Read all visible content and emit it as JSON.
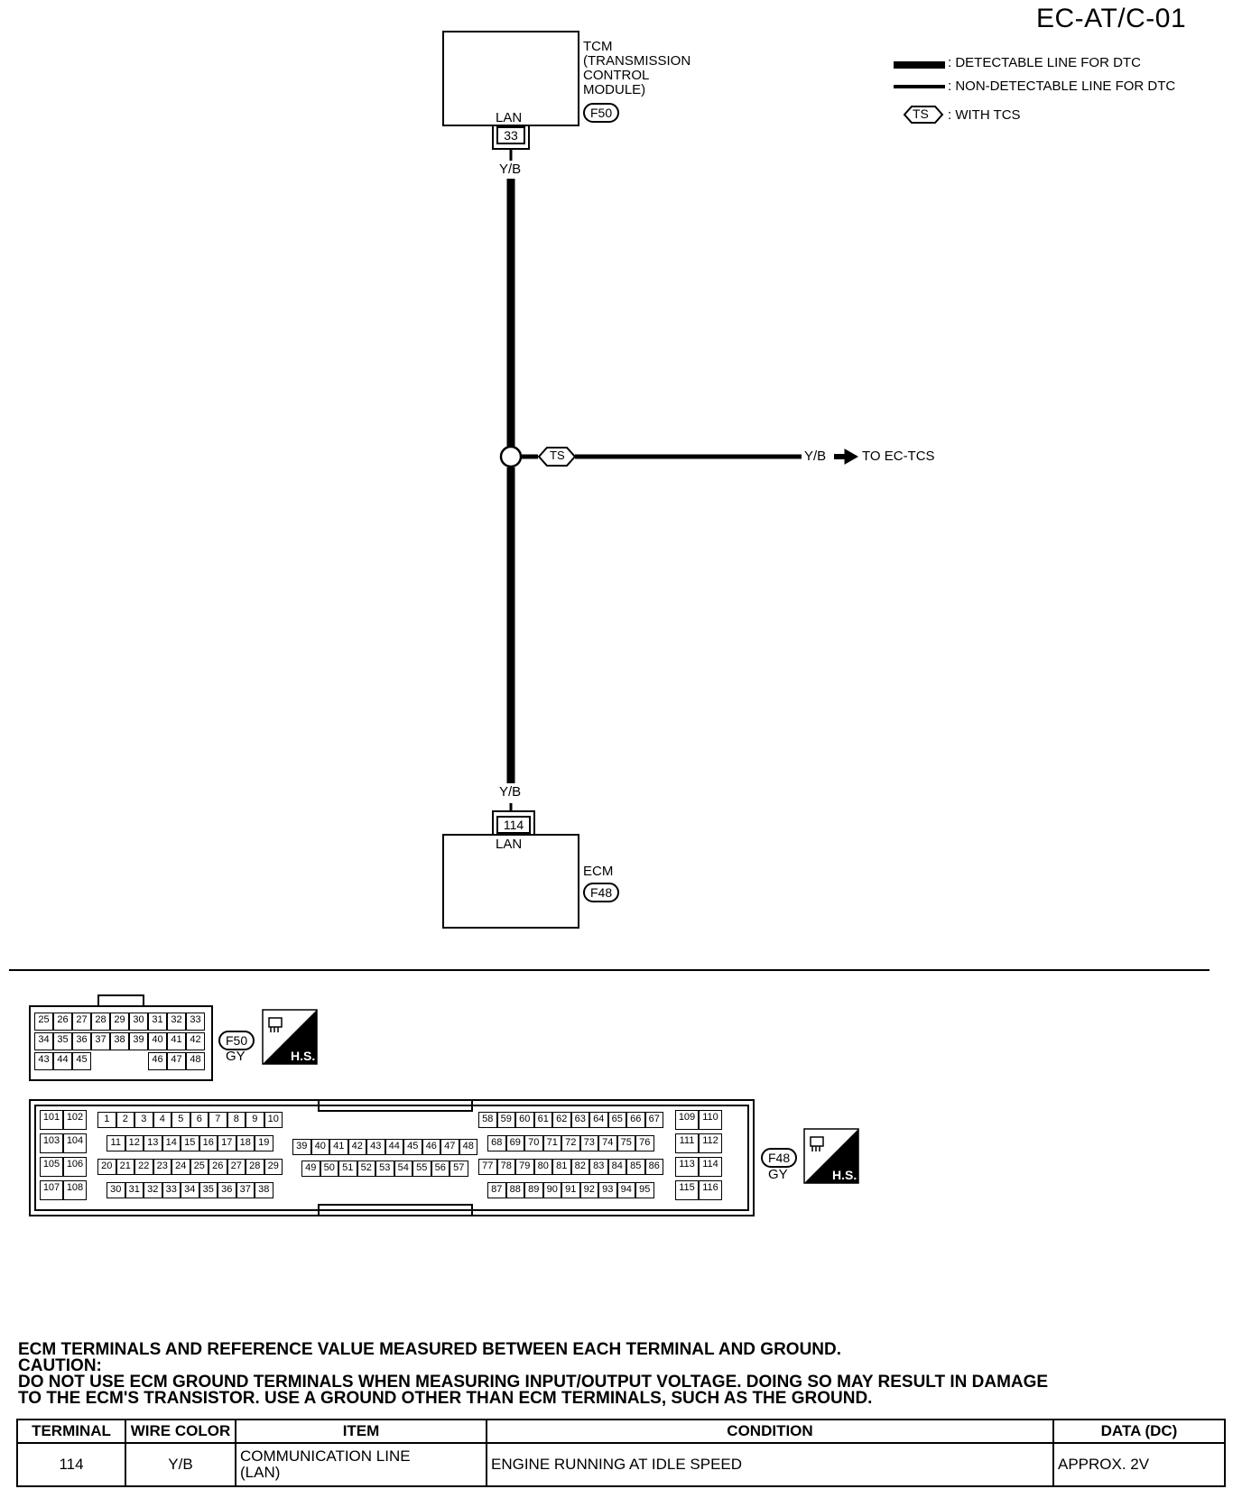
{
  "page_code": "EC-AT/C-01",
  "legend": {
    "detectable": ": DETECTABLE LINE FOR DTC",
    "non_detectable": ": NON-DETECTABLE LINE FOR DTC",
    "with_tcs_symbol": "TS",
    "with_tcs": ": WITH TCS"
  },
  "tcm": {
    "name_lines": [
      "TCM",
      "(TRANSMISSION",
      "CONTROL",
      "MODULE)"
    ],
    "connector": "F50",
    "pin_label": "LAN",
    "pin": "33"
  },
  "wire": {
    "color_top": "Y/B",
    "color_bottom": "Y/B",
    "branch_symbol": "TS",
    "branch_color": "Y/B",
    "branch_dest": "TO EC-TCS"
  },
  "ecm": {
    "name": "ECM",
    "connector": "F48",
    "pin_label": "LAN",
    "pin": "114"
  },
  "connector_f50": {
    "id": "F50",
    "color": "GY",
    "rows": [
      [
        "25",
        "26",
        "27",
        "28",
        "29",
        "30",
        "31",
        "32",
        "33"
      ],
      [
        "34",
        "35",
        "36",
        "37",
        "38",
        "39",
        "40",
        "41",
        "42"
      ],
      [
        "43",
        "44",
        "45",
        "",
        "",
        "",
        "46",
        "47",
        "48"
      ]
    ]
  },
  "connector_f48": {
    "id": "F48",
    "color": "GY",
    "left_block": [
      [
        "101",
        "102"
      ],
      [
        "103",
        "104"
      ],
      [
        "105",
        "106"
      ],
      [
        "107",
        "108"
      ]
    ],
    "block_a": [
      [
        "1",
        "2",
        "3",
        "4",
        "5",
        "6",
        "7",
        "8",
        "9",
        "10"
      ],
      [
        "11",
        "12",
        "13",
        "14",
        "15",
        "16",
        "17",
        "18",
        "19"
      ],
      [
        "20",
        "21",
        "22",
        "23",
        "24",
        "25",
        "26",
        "27",
        "28",
        "29"
      ],
      [
        "30",
        "31",
        "32",
        "33",
        "34",
        "35",
        "36",
        "37",
        "38"
      ]
    ],
    "block_b": [
      [
        "39",
        "40",
        "41",
        "42",
        "43",
        "44",
        "45",
        "46",
        "47",
        "48"
      ],
      [
        "49",
        "50",
        "51",
        "52",
        "53",
        "54",
        "55",
        "56",
        "57"
      ]
    ],
    "block_c": [
      [
        "58",
        "59",
        "60",
        "61",
        "62",
        "63",
        "64",
        "65",
        "66",
        "67"
      ],
      [
        "68",
        "69",
        "70",
        "71",
        "72",
        "73",
        "74",
        "75",
        "76"
      ],
      [
        "77",
        "78",
        "79",
        "80",
        "81",
        "82",
        "83",
        "84",
        "85",
        "86"
      ],
      [
        "87",
        "88",
        "89",
        "90",
        "91",
        "92",
        "93",
        "94",
        "95"
      ]
    ],
    "right_block": [
      [
        "109",
        "110"
      ],
      [
        "111",
        "112"
      ],
      [
        "113",
        "114"
      ],
      [
        "115",
        "116"
      ]
    ]
  },
  "hs_label": "H.S.",
  "notes": {
    "line1": "ECM TERMINALS AND REFERENCE VALUE MEASURED BETWEEN EACH TERMINAL AND GROUND.",
    "line2": "CAUTION:",
    "line3": "DO NOT USE ECM GROUND TERMINALS WHEN MEASURING INPUT/OUTPUT VOLTAGE. DOING SO MAY RESULT IN  DAMAGE",
    "line4": "TO THE  ECM'S TRANSISTOR. USE A GROUND OTHER THAN ECM TERMINALS, SUCH AS THE GROUND."
  },
  "table": {
    "headers": [
      "TERMINAL",
      "WIRE COLOR",
      "ITEM",
      "CONDITION",
      "DATA (DC)"
    ],
    "row": {
      "terminal": "114",
      "wire_color": "Y/B",
      "item_line1": "COMMUNICATION LINE",
      "item_line2": "(LAN)",
      "condition": "ENGINE RUNNING AT IDLE SPEED",
      "data": "APPROX. 2V"
    }
  }
}
